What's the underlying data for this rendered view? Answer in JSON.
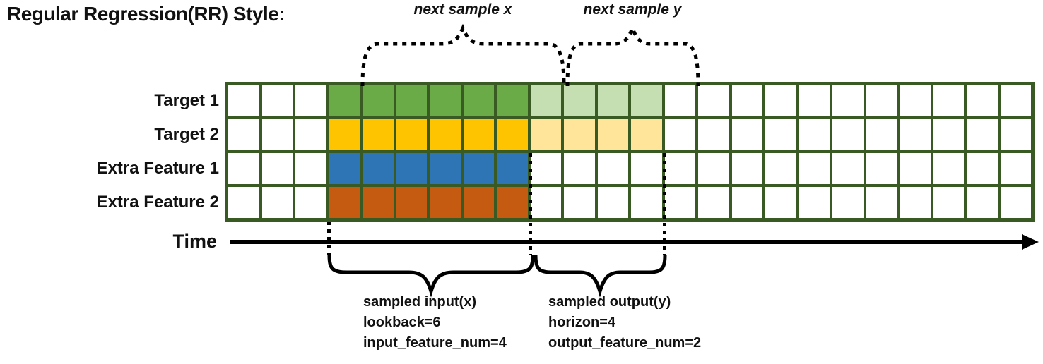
{
  "title": "Regular Regression(RR) Style:",
  "colors": {
    "grid_border": "#3a5a24",
    "target1_solid": "#6aaa47",
    "target1_light": "#c5dfb3",
    "target2_solid": "#fec400",
    "target2_light": "#ffe599",
    "extra1_solid": "#2e75b5",
    "extra2_solid": "#c45b11",
    "empty_cell": "#ffffff",
    "line_color": "#000000"
  },
  "grid": {
    "columns": 24,
    "rows": [
      {
        "label": "Target 1",
        "cells": {
          "lead_white": 3,
          "solid": 6,
          "solid_color": "#6aaa47",
          "light": 4,
          "light_color": "#c5dfb3"
        }
      },
      {
        "label": "Target 2",
        "cells": {
          "lead_white": 3,
          "solid": 6,
          "solid_color": "#fec400",
          "light": 4,
          "light_color": "#ffe599"
        }
      },
      {
        "label": "Extra Feature 1",
        "cells": {
          "lead_white": 3,
          "solid": 6,
          "solid_color": "#2e75b5",
          "light": 0,
          "light_color": "#ffffff"
        }
      },
      {
        "label": "Extra Feature 2",
        "cells": {
          "lead_white": 3,
          "solid": 6,
          "solid_color": "#c45b11",
          "light": 0,
          "light_color": "#ffffff"
        }
      }
    ]
  },
  "annotations": {
    "next_sample_x": "next sample x",
    "next_sample_y": "next sample y",
    "time_label": "Time",
    "input_block": {
      "line1": "sampled input(x)",
      "line2": "lookback=6",
      "line3": "input_feature_num=4"
    },
    "output_block": {
      "line1": "sampled output(y)",
      "line2": "horizon=4",
      "line3": "output_feature_num=2"
    }
  },
  "sample_params": {
    "lookback": 6,
    "horizon": 4,
    "input_feature_num": 4,
    "output_feature_num": 2
  }
}
